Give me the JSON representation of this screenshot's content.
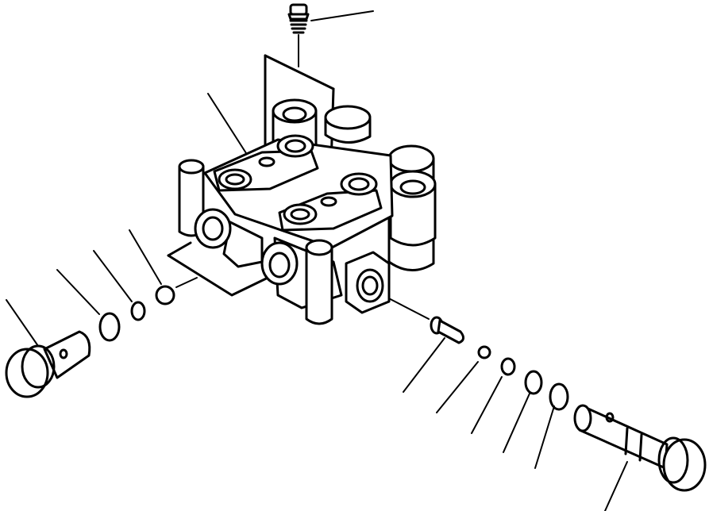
{
  "diagram": {
    "type": "exploded parts drawing",
    "parts": [
      {
        "name": "plug",
        "leader": true
      },
      {
        "name": "valve-body",
        "leader": true
      },
      {
        "name": "spool-left",
        "leader": true
      },
      {
        "name": "o-ring-left-large",
        "leader": true
      },
      {
        "name": "o-ring-left-small",
        "leader": true
      },
      {
        "name": "ball-left",
        "leader": true
      },
      {
        "name": "pin-right",
        "leader": true
      },
      {
        "name": "ball-right",
        "leader": true
      },
      {
        "name": "o-ring-right-1",
        "leader": true
      },
      {
        "name": "o-ring-right-2",
        "leader": true
      },
      {
        "name": "o-ring-right-3",
        "leader": true
      },
      {
        "name": "spool-right",
        "leader": true
      }
    ]
  }
}
